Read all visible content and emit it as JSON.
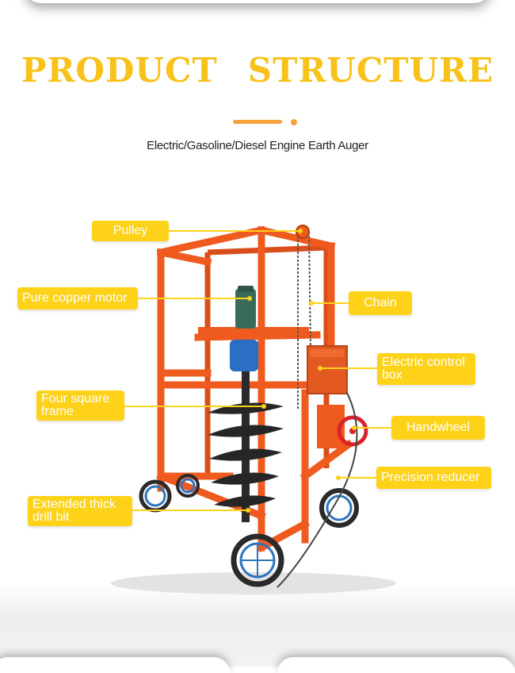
{
  "header": {
    "title_word1": "PRODUCT",
    "title_word2": "STRUCTURE",
    "subtitle": "Electric/Gasoline/Diesel Engine  Earth Auger"
  },
  "labels": {
    "pulley": "Pulley",
    "motor": "Pure copper motor",
    "chain": "Chain",
    "control_box": "Electric control box",
    "frame": "Four square frame",
    "handwheel": "Handwheel",
    "reducer": "Precision reducer",
    "drill_bit": "Extended thick drill bit"
  },
  "colors": {
    "accent": "#f8c21a",
    "label_bg": "#ffd21a",
    "frame": "#ef5a1f",
    "wheel_tire": "#2a2a2a",
    "wheel_rim": "#2f74c0",
    "motor": "#3a6b5a",
    "reducer_blue": "#2a6fc4"
  }
}
